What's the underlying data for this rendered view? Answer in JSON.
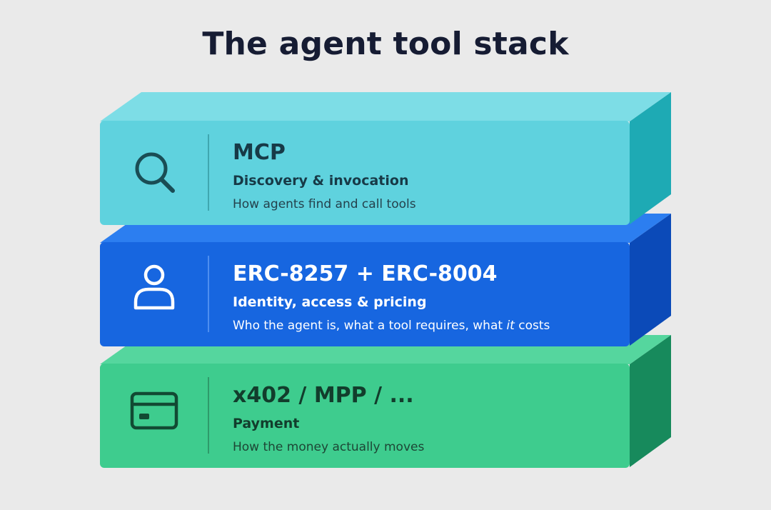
{
  "title": "The agent tool stack",
  "layers": [
    {
      "heading": "MCP",
      "subheading": "Discovery & invocation",
      "description": "How agents find and call tools",
      "icon": "search-icon",
      "colors": {
        "front": "#5fd2de",
        "top": "#7ddde6",
        "side": "#1eaab4"
      }
    },
    {
      "heading": "ERC-8257 + ERC-8004",
      "subheading": "Identity, access & pricing",
      "description_parts": [
        "Who the agent is, what a tool requires, what ",
        "it",
        " costs"
      ],
      "icon": "user-icon",
      "colors": {
        "front": "#1766e0",
        "top": "#2c7ef0",
        "side": "#0b4ab8"
      }
    },
    {
      "heading": "x402 / MPP / ...",
      "subheading": "Payment",
      "description": "How the money actually moves",
      "icon": "credit-card-icon",
      "colors": {
        "front": "#3ecc8e",
        "top": "#55d69e",
        "side": "#178a5c"
      }
    }
  ]
}
